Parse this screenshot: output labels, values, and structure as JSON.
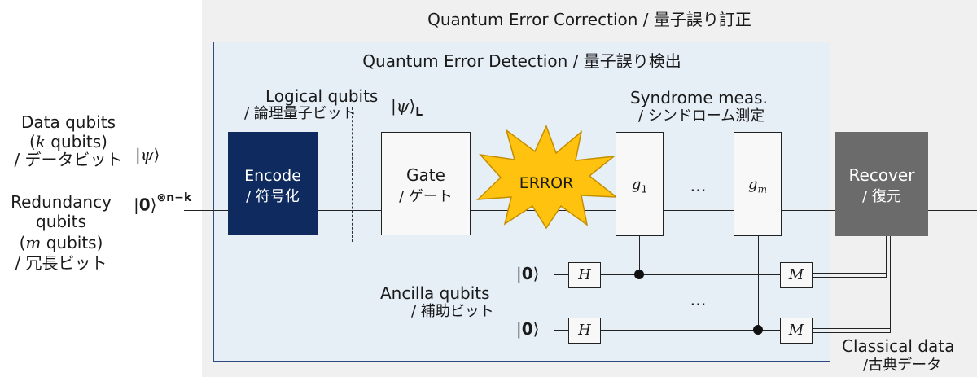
{
  "correction_title": "Quantum Error Correction / 量子誤り訂正",
  "detection_title": "Quantum Error Detection / 量子誤り検出",
  "data_qubits": {
    "line1": "Data qubits",
    "line2_pre": "(",
    "line2_var": "k",
    "line2_post": " qubits)",
    "line3": "/ データビット",
    "state_psi": "ψ"
  },
  "redundancy_qubits": {
    "line1": "Redundancy",
    "line2": "qubits",
    "line3_pre": "(",
    "line3_var": "m",
    "line3_post": " qubits)",
    "line4": "/ 冗長ビット",
    "state_zero": "0",
    "state_exp": "⊗n−k"
  },
  "logical_qubits": {
    "line1": "Logical qubits",
    "line2": "/ 論理量子ビット",
    "state": "ψ",
    "state_sub": "L"
  },
  "encode": {
    "line1": "Encode",
    "line2": "/ 符号化"
  },
  "gate": {
    "line1": "Gate",
    "line2": "/ ゲート"
  },
  "error_label": "ERROR",
  "syndrome": {
    "line1": "Syndrome meas.",
    "line2": "/ シンドローム測定"
  },
  "g1": {
    "base": "g",
    "sub": "1"
  },
  "gm": {
    "base": "g",
    "sub": "m"
  },
  "ellipsis": "…",
  "recover": {
    "line1": "Recover",
    "line2": "/ 復元"
  },
  "ancilla": {
    "line1": "Ancilla qubits",
    "line2": "/ 補助ビット",
    "state_zero": "0"
  },
  "hadamard": "H",
  "measure": "M",
  "classical": {
    "line1": "Classical data",
    "line2": "/古典データ"
  },
  "colors": {
    "outer_bg": "#f0f0f0",
    "inner_bg": "#e6eef6",
    "inner_border": "#2e4a80",
    "encode_fill": "#0f2a5e",
    "recover_fill": "#6b6b6b",
    "error_fill": "#ffc20e",
    "error_stroke": "#c38f00"
  }
}
